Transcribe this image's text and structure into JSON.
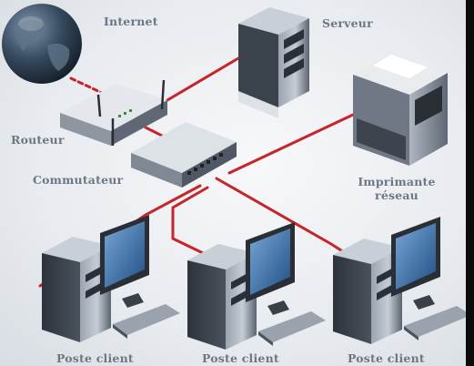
{
  "labels": {
    "internet": "Internet",
    "server": "Serveur",
    "router": "Routeur",
    "switch": "Commutateur",
    "printer_line1": "Imprimante",
    "printer_line2": "réseau",
    "client": "Poste client"
  },
  "colors": {
    "cable": "#c4262b",
    "background": "#eef0f3",
    "label": "#6c7784",
    "device_dark": "#3a4350",
    "device_light": "#aab3be",
    "screen": "#2f6fb0"
  },
  "icons": [
    "globe-icon",
    "router-icon",
    "switch-icon",
    "server-icon",
    "printer-icon",
    "workstation-icon"
  ]
}
